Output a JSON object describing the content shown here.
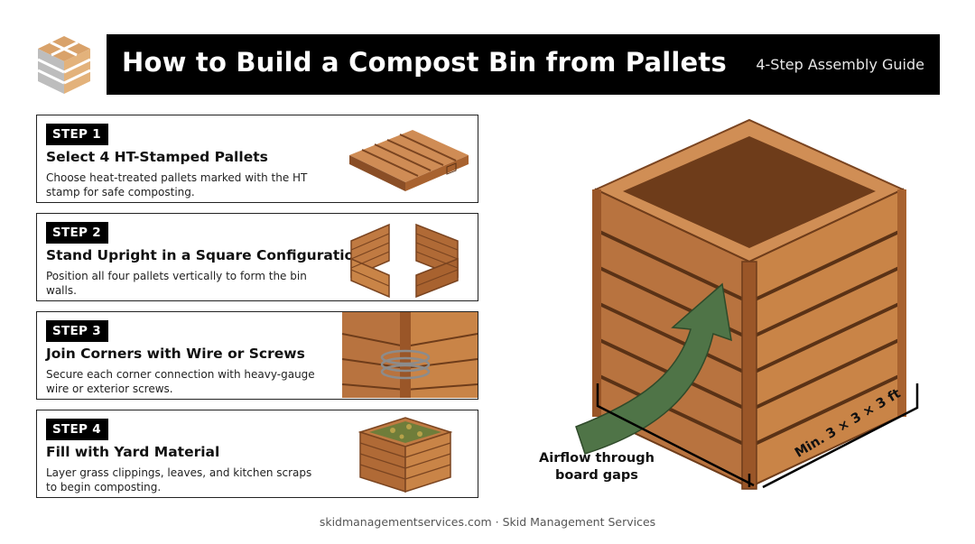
{
  "header": {
    "title": "How to Build a Compost Bin from Pallets",
    "subtitle": "4-Step Assembly Guide"
  },
  "steps": [
    {
      "badge": "STEP 1",
      "title": "Select 4 HT-Stamped Pallets",
      "description": "Choose heat-treated pallets marked with the HT stamp for safe composting."
    },
    {
      "badge": "STEP 2",
      "title": "Stand Upright in a Square Configuration",
      "description": "Position all four pallets vertically to form the bin walls."
    },
    {
      "badge": "STEP 3",
      "title": "Join Corners with Wire or Screws",
      "description": "Secure each corner connection with heavy-gauge wire or exterior screws."
    },
    {
      "badge": "STEP 4",
      "title": "Fill with Yard Material",
      "description": "Layer grass clippings, leaves, and kitchen scraps to begin composting."
    }
  ],
  "callouts": {
    "airflow_line1": "Airflow through",
    "airflow_line2": "board gaps",
    "dimensions": "Min. 3 × 3 × 3 ft"
  },
  "footer": {
    "text": "skidmanagementservices.com · Skid Management Services"
  },
  "colors": {
    "wood": "#b8733f",
    "wood_dark": "#7a4420",
    "wood_light": "#cf8c55",
    "arrow": "#4f7447",
    "header_bg": "#000000"
  },
  "icons": [
    "pallet-logo-icon",
    "flat-pallet-icon",
    "upright-pallets-icon",
    "wire-corner-icon",
    "filled-bin-icon",
    "airflow-arrow-icon"
  ]
}
